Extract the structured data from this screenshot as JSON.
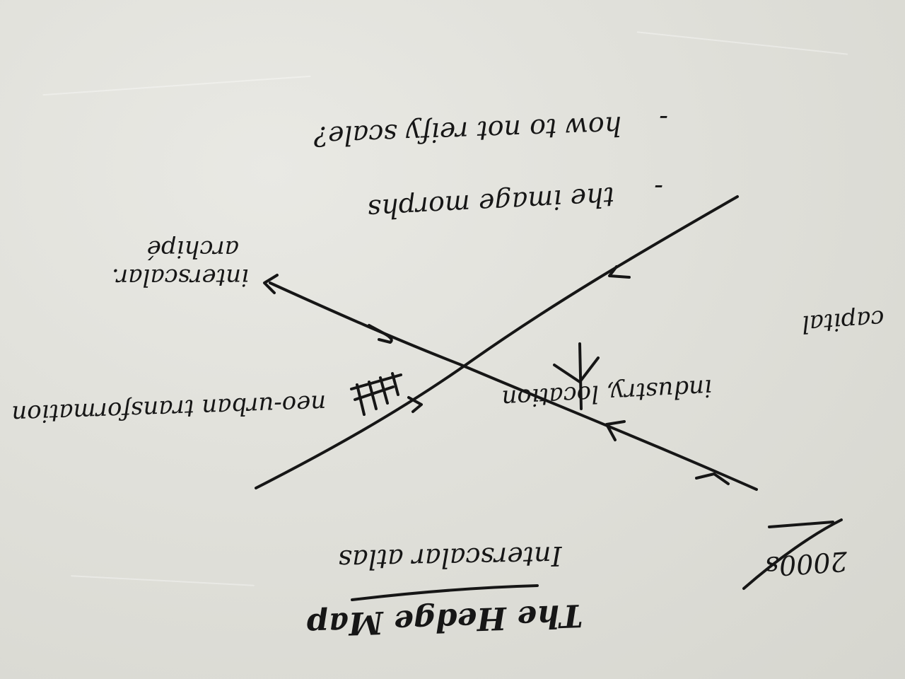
{
  "notes": {
    "title": "The Hedge Map",
    "subtitle": "Interscalar atlas",
    "dash": "-",
    "bullet_1": "the image morphs",
    "bullet_2": "how to not reify scale?",
    "top_left_1": "interscalar.",
    "top_left_2": "archipé",
    "left": "neo-urban transformation",
    "right_1": "industry, location",
    "right_2": "capital",
    "corner": "2000s"
  },
  "colors": {
    "paper": "#e3e3dd",
    "ink": "#161616"
  },
  "icons": [
    "arrow-head",
    "hatch-marks",
    "branch-symbol",
    "strikethrough-line"
  ]
}
